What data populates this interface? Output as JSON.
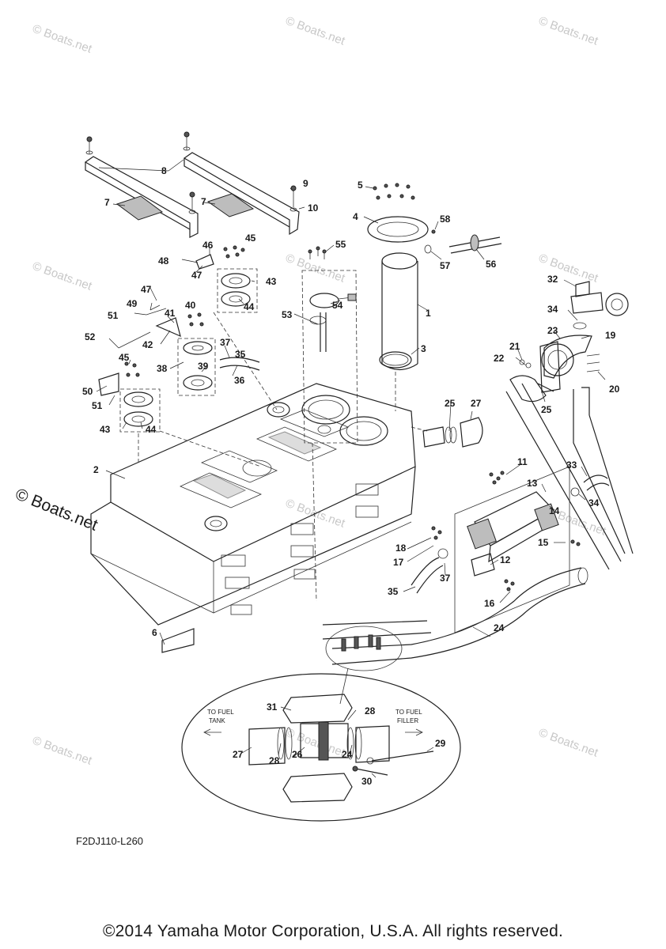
{
  "watermark": "© Boats.net",
  "diagram_code": "F2DJ110-L260",
  "copyright": "©2014 Yamaha Motor Corporation, U.S.A. All rights reserved.",
  "detail": {
    "left_label_1": "TO FUEL",
    "left_label_2": "TANK",
    "right_label_1": "TO FUEL",
    "right_label_2": "FILLER"
  },
  "callouts": {
    "c1": "1",
    "c2": "2",
    "c3": "3",
    "c4": "4",
    "c5": "5",
    "c6": "6",
    "c7a": "7",
    "c7b": "7",
    "c8": "8",
    "c9": "9",
    "c10": "10",
    "c11": "11",
    "c12": "12",
    "c13": "13",
    "c14": "14",
    "c15": "15",
    "c16": "16",
    "c17": "17",
    "c18": "18",
    "c19": "19",
    "c20": "20",
    "c21": "21",
    "c22": "22",
    "c23": "23",
    "c24a": "24",
    "c24b": "24",
    "c25a": "25",
    "c25b": "25",
    "c26": "26",
    "c27a": "27",
    "c27b": "27",
    "c28a": "28",
    "c28b": "28",
    "c29": "29",
    "c30": "30",
    "c31": "31",
    "c32": "32",
    "c33": "33",
    "c34a": "34",
    "c34b": "34",
    "c35a": "35",
    "c35b": "35",
    "c36": "36",
    "c37a": "37",
    "c37b": "37",
    "c38": "38",
    "c39": "39",
    "c40": "40",
    "c41": "41",
    "c42": "42",
    "c43a": "43",
    "c43b": "43",
    "c44a": "44",
    "c44b": "44",
    "c45a": "45",
    "c45b": "45",
    "c46": "46",
    "c47a": "47",
    "c47b": "47",
    "c48": "48",
    "c49": "49",
    "c50": "50",
    "c51a": "51",
    "c51b": "51",
    "c52": "52",
    "c53": "53",
    "c54": "54",
    "c55": "55",
    "c56": "56",
    "c57": "57",
    "c58": "58"
  }
}
